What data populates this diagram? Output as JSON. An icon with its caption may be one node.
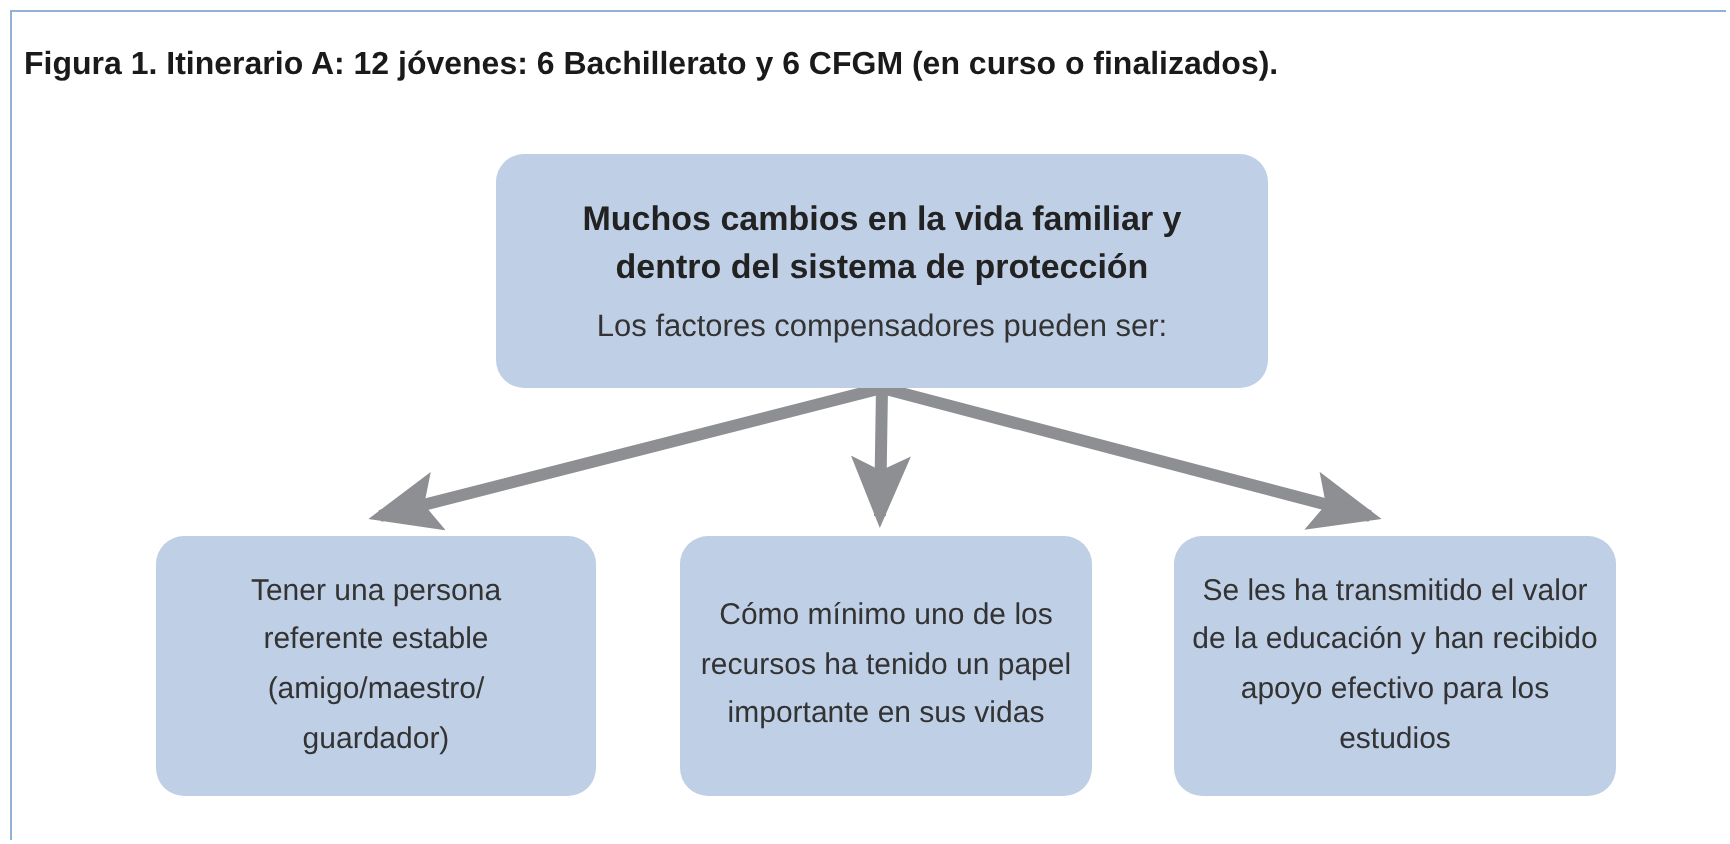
{
  "diagram": {
    "title": "Figura 1. Itinerario A: 12 jóvenes: 6 Bachillerato y 6 CFGM (en curso o finalizados).",
    "nodes": [
      {
        "text": [
          "Muchos cambios en la vida familiar y dentro del sistema de protección",
          "Los factores compensadores pueden ser:"
        ]
      },
      {
        "text": [
          "Tener una persona referente estable (amigo/maestro/ guardador)"
        ]
      },
      {
        "text": [
          "Cómo mínimo uno de los recursos ha tenido un papel importante en sus vidas"
        ]
      },
      {
        "text": [
          "Se les ha transmitido el valor de la educación y han recibido apoyo efectivo para los estudios"
        ]
      }
    ],
    "edges": [
      {
        "from": 0,
        "to": 1,
        "arrow": "to"
      },
      {
        "from": 0,
        "to": 2,
        "arrow": "to"
      },
      {
        "from": 0,
        "to": 3,
        "arrow": "to"
      }
    ]
  }
}
